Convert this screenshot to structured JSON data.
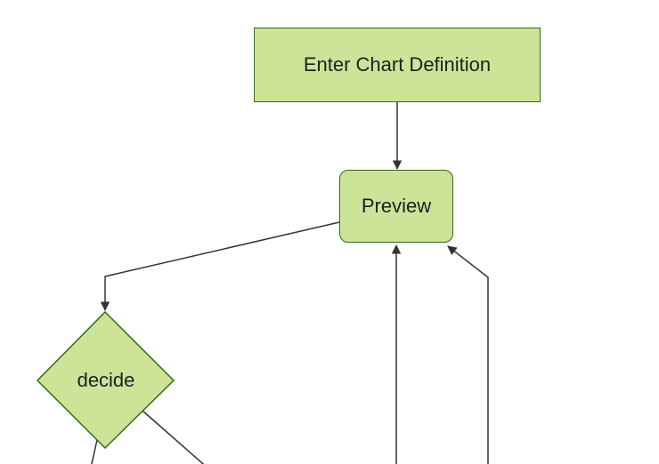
{
  "diagram": {
    "type": "flowchart",
    "direction": "top-down"
  },
  "colors": {
    "background": "#ffffff",
    "node_fill": "#cde498",
    "node_border": "#2f6c15",
    "edge": "#333333",
    "label_text": "#1f1f1f"
  },
  "nodes": {
    "enter_chart_definition": {
      "label": "Enter Chart Definition",
      "shape": "rectangle"
    },
    "preview": {
      "label": "Preview",
      "shape": "rounded-rectangle"
    },
    "decide": {
      "label": "decide",
      "shape": "diamond"
    }
  },
  "edges": [
    {
      "from": "enter_chart_definition",
      "to": "preview",
      "arrowhead": true
    },
    {
      "from": "preview",
      "to": "decide",
      "arrowhead": true
    },
    {
      "from": "decide",
      "to": "offscreen-bottom-left",
      "arrowhead": false
    },
    {
      "from": "decide",
      "to": "offscreen-bottom-right",
      "arrowhead": false
    },
    {
      "from": "offscreen-bottom-center",
      "to": "preview",
      "arrowhead": true
    },
    {
      "from": "offscreen-bottom-right",
      "to": "preview",
      "arrowhead": true
    }
  ]
}
